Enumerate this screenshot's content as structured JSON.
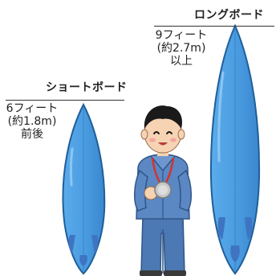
{
  "short_board": {
    "title": "ショートボード",
    "length_line1": "6フィート",
    "length_line2": "(約1.8m)",
    "length_line3": "前後"
  },
  "long_board": {
    "title": "ロングボード",
    "length_line1": "9フィート",
    "length_line2": "(約2.7m)",
    "length_line3": "以上"
  },
  "colors": {
    "board_fill": "#4a9be0",
    "board_stroke": "#1f5f99",
    "fin": "#3e74c2",
    "suit": "#4c78b4",
    "lanyard": "#d6322c",
    "medal": "#c9c9c9"
  }
}
